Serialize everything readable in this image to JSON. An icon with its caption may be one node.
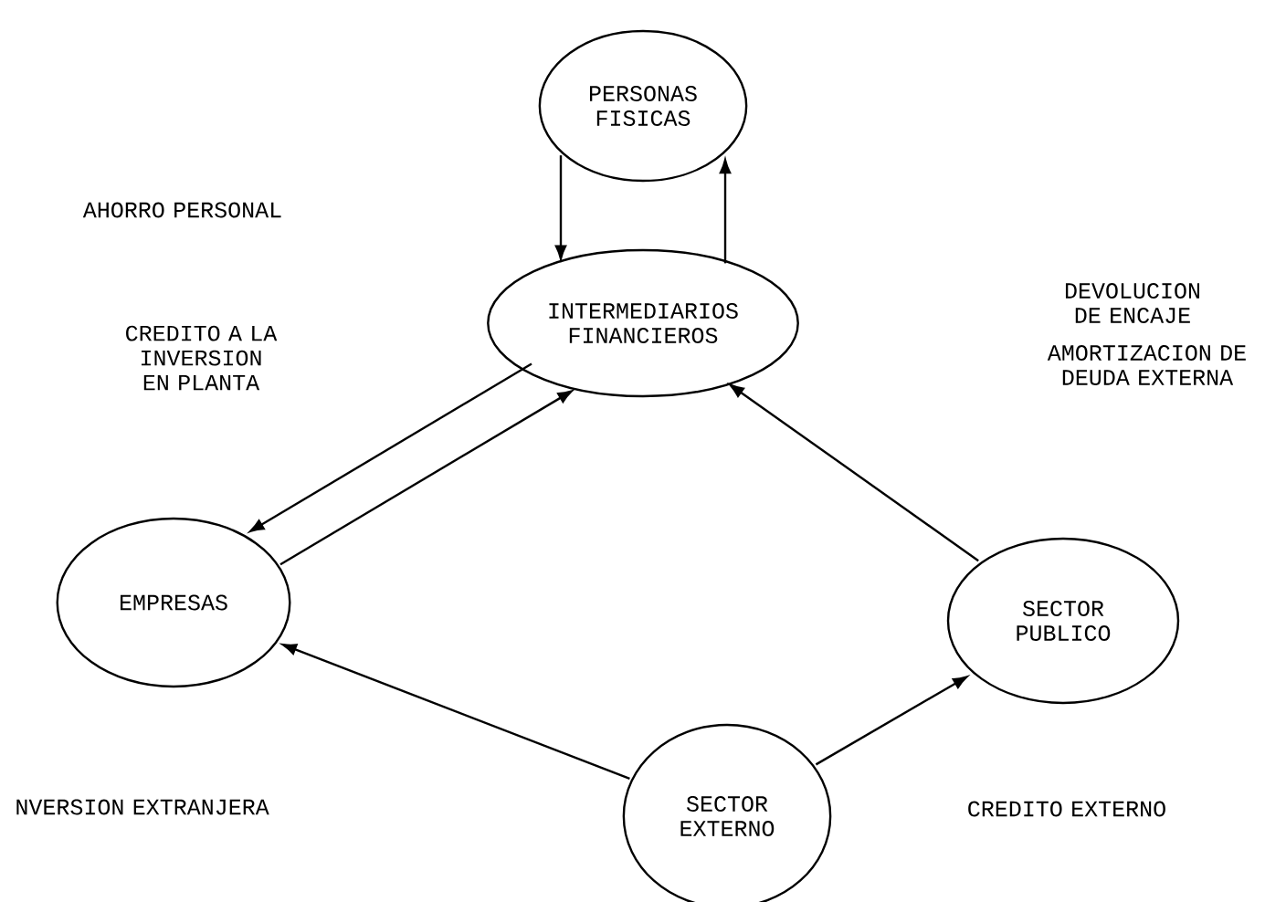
{
  "diagram": {
    "nodes": [
      {
        "text": [
          "PERSONAS FISICAS"
        ]
      },
      {
        "text": [
          "INTERMEDIARIOS FINANCIEROS"
        ]
      },
      {
        "text": [
          "EMPRESAS"
        ]
      },
      {
        "text": [
          "SECTOR PUBLICO"
        ]
      },
      {
        "text": [
          "SECTOR EXTERNO"
        ]
      }
    ],
    "edges": [
      {
        "from": 0,
        "to": 1,
        "arrow": "to"
      },
      {
        "from": 1,
        "to": 0,
        "arrow": "to"
      },
      {
        "from": 1,
        "to": 2,
        "arrow": "to"
      },
      {
        "from": 2,
        "to": 1,
        "arrow": "to"
      },
      {
        "from": 3,
        "to": 1,
        "arrow": "to"
      },
      {
        "from": 4,
        "to": 2,
        "arrow": "to"
      },
      {
        "from": 4,
        "to": 3,
        "arrow": "to"
      }
    ],
    "labels": [
      "AHORRO PERSONAL",
      "CREDITO A LA INVERSION EN PLANTA",
      "DEVOLUCION DE ENCAJE",
      "AMORTIZACION DE DEUDA EXTERNA",
      "NVERSION EXTRANJERA",
      "CREDITO EXTERNO"
    ]
  }
}
